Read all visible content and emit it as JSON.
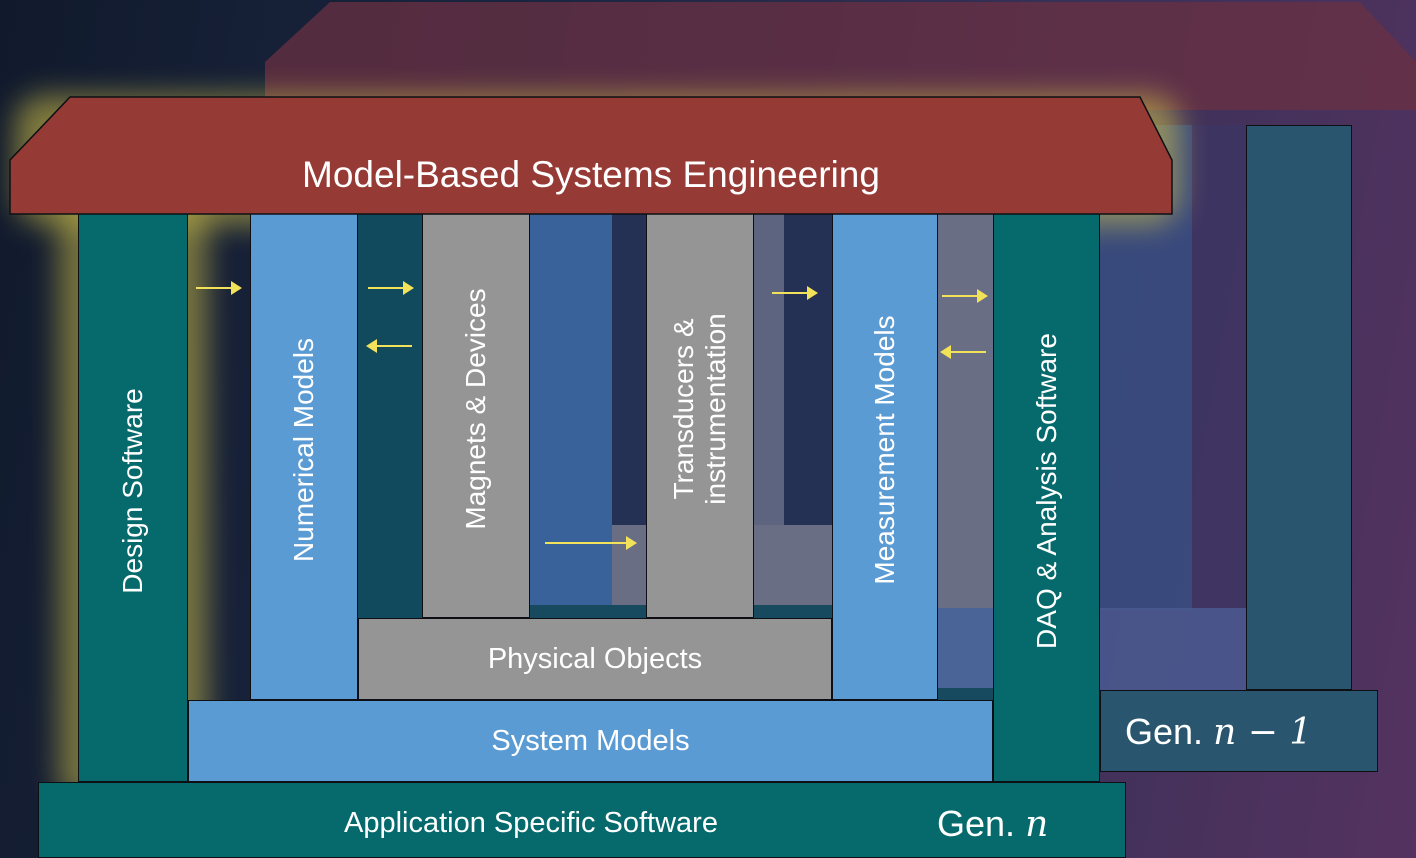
{
  "header": {
    "title": "Model-Based Systems Engineering"
  },
  "columns": {
    "design_software": "Design Software",
    "numerical_models": "Numerical Models",
    "magnets_devices": "Magnets & Devices",
    "transducers_line1": "Transducers &",
    "transducers_line2": "instrumentation",
    "measurement_models": "Measurement Models",
    "daq_software": "DAQ & Analysis Software"
  },
  "layers": {
    "physical_objects": "Physical Objects",
    "system_models": "System Models",
    "application_software": "Application Specific Software"
  },
  "generations": {
    "current_prefix": "Gen.",
    "current_var": "n",
    "previous_prefix": "Gen.",
    "previous_expr": "n − 1"
  },
  "colors": {
    "roof": "#963a36",
    "teal": "#066a6c",
    "blue": "#5b9bd4",
    "gray": "#959595",
    "glow": "#d8c84a",
    "arrow": "#f2e25a"
  }
}
